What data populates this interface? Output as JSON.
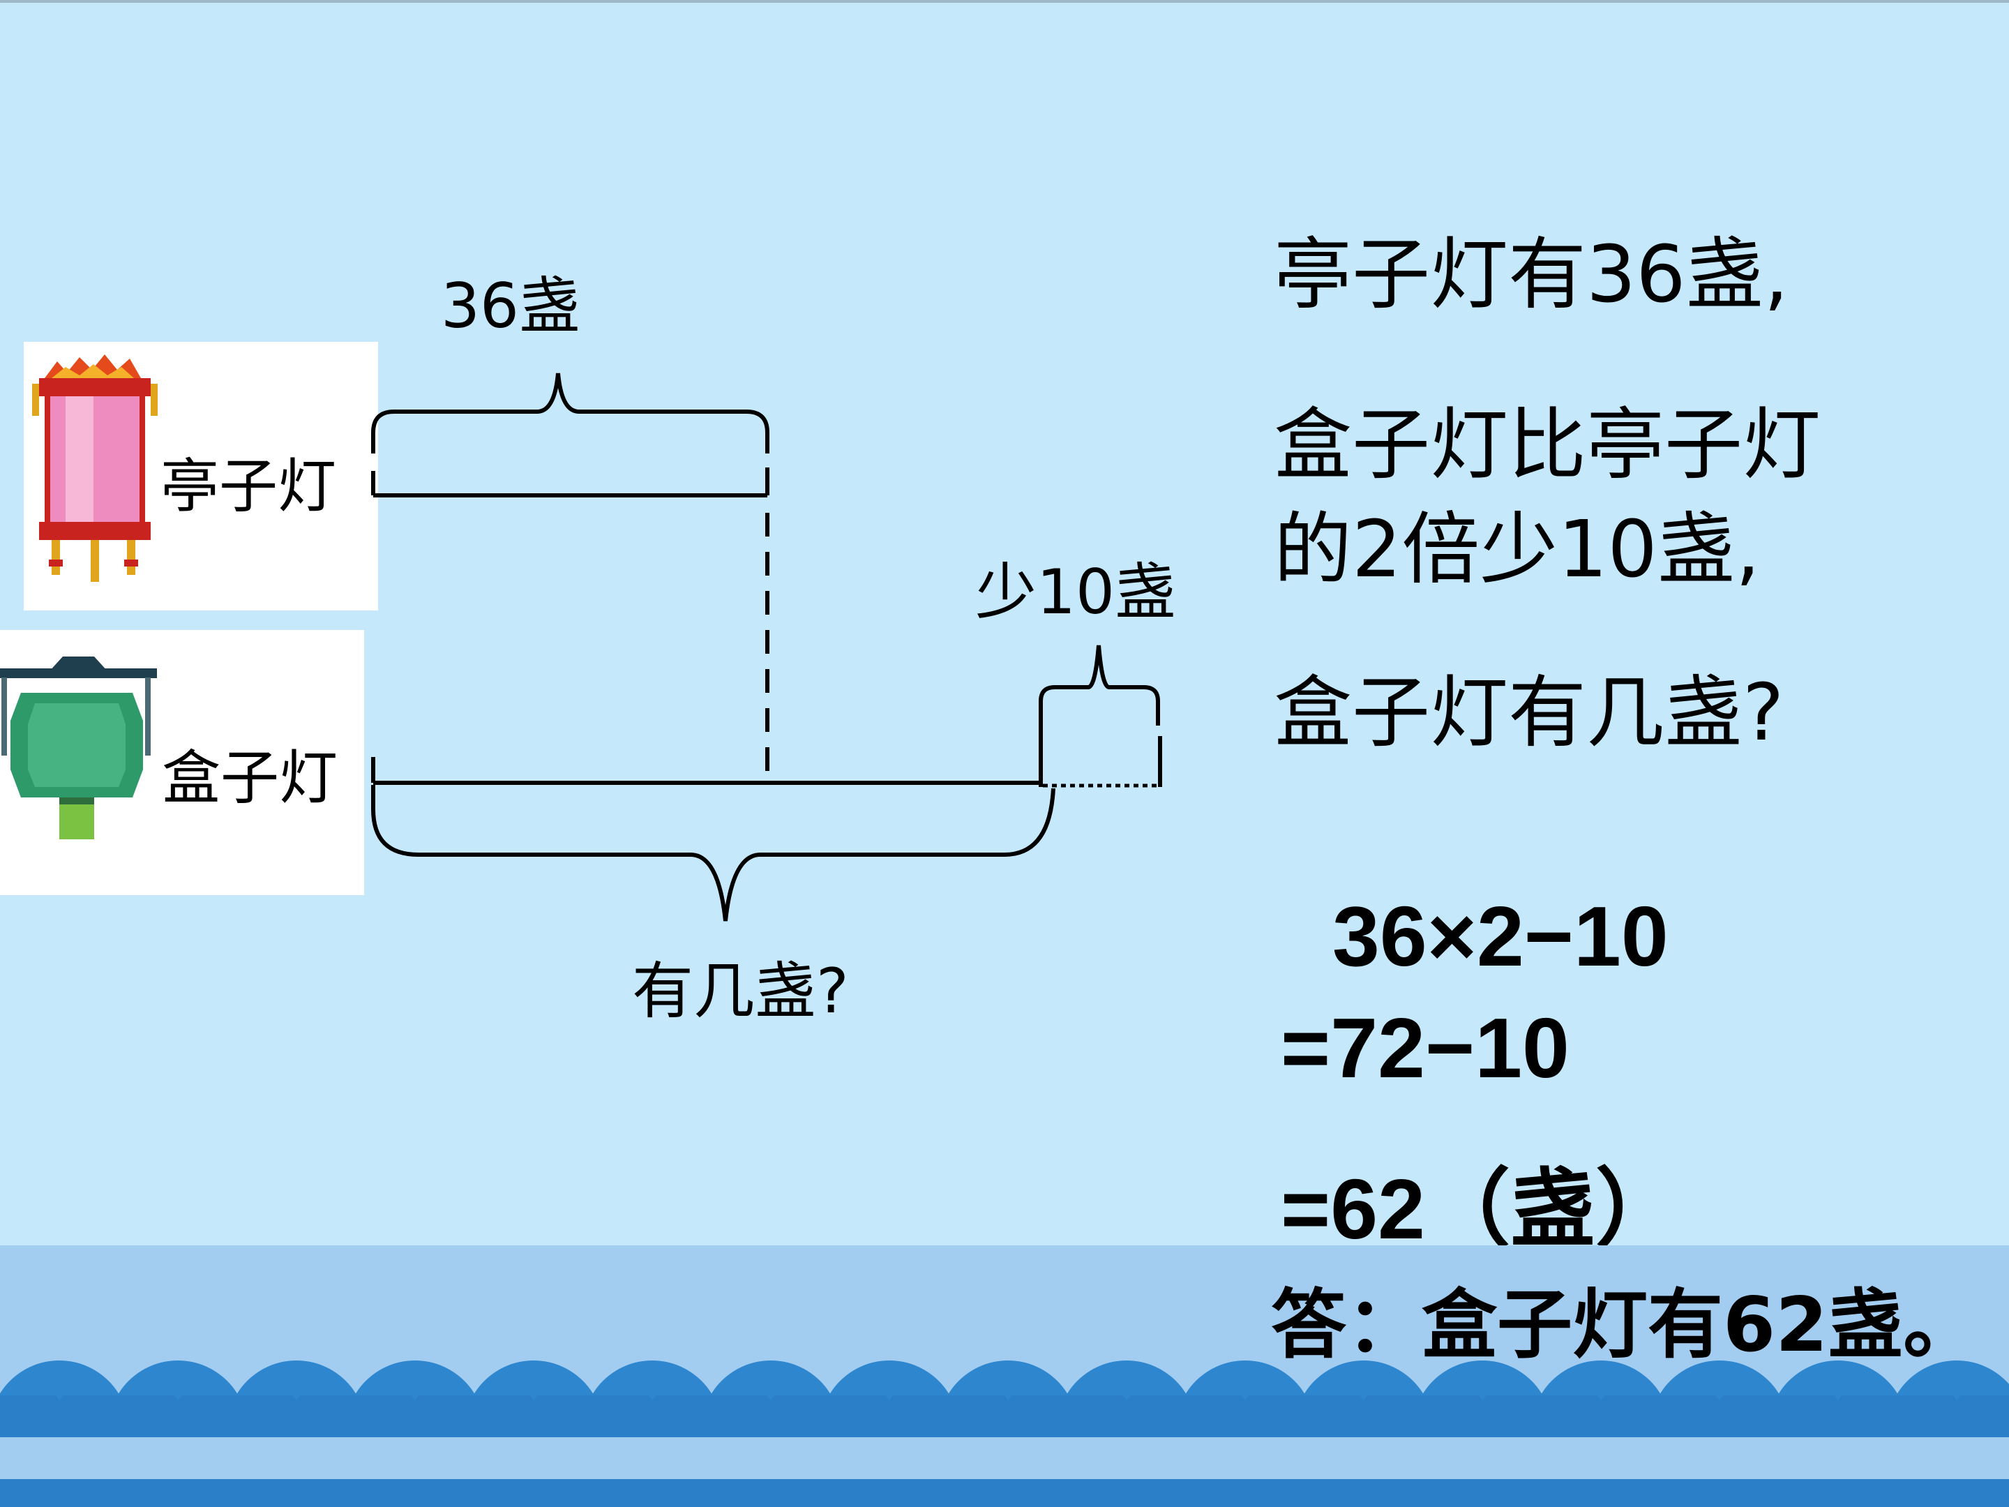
{
  "lanterns": {
    "pavilion_label": "亭子灯",
    "box_label": "盒子灯"
  },
  "diagram": {
    "top_label": "36盏",
    "less_label": "少10盏",
    "question_label": "有几盏?"
  },
  "problem": {
    "line1": "亭子灯有36盏,",
    "line2": "盒子灯比亭子灯",
    "line3": "的2倍少10盏,",
    "line4": "盒子灯有几盏?"
  },
  "solution": {
    "step1": "36×2−10",
    "step2": "=72−10",
    "step3": "=62（盏）",
    "answer": "答：盒子灯有62盏。"
  },
  "colors": {
    "background": "#c6e8fb",
    "band": "#a3cdf0",
    "waves": "#2e86cf"
  }
}
